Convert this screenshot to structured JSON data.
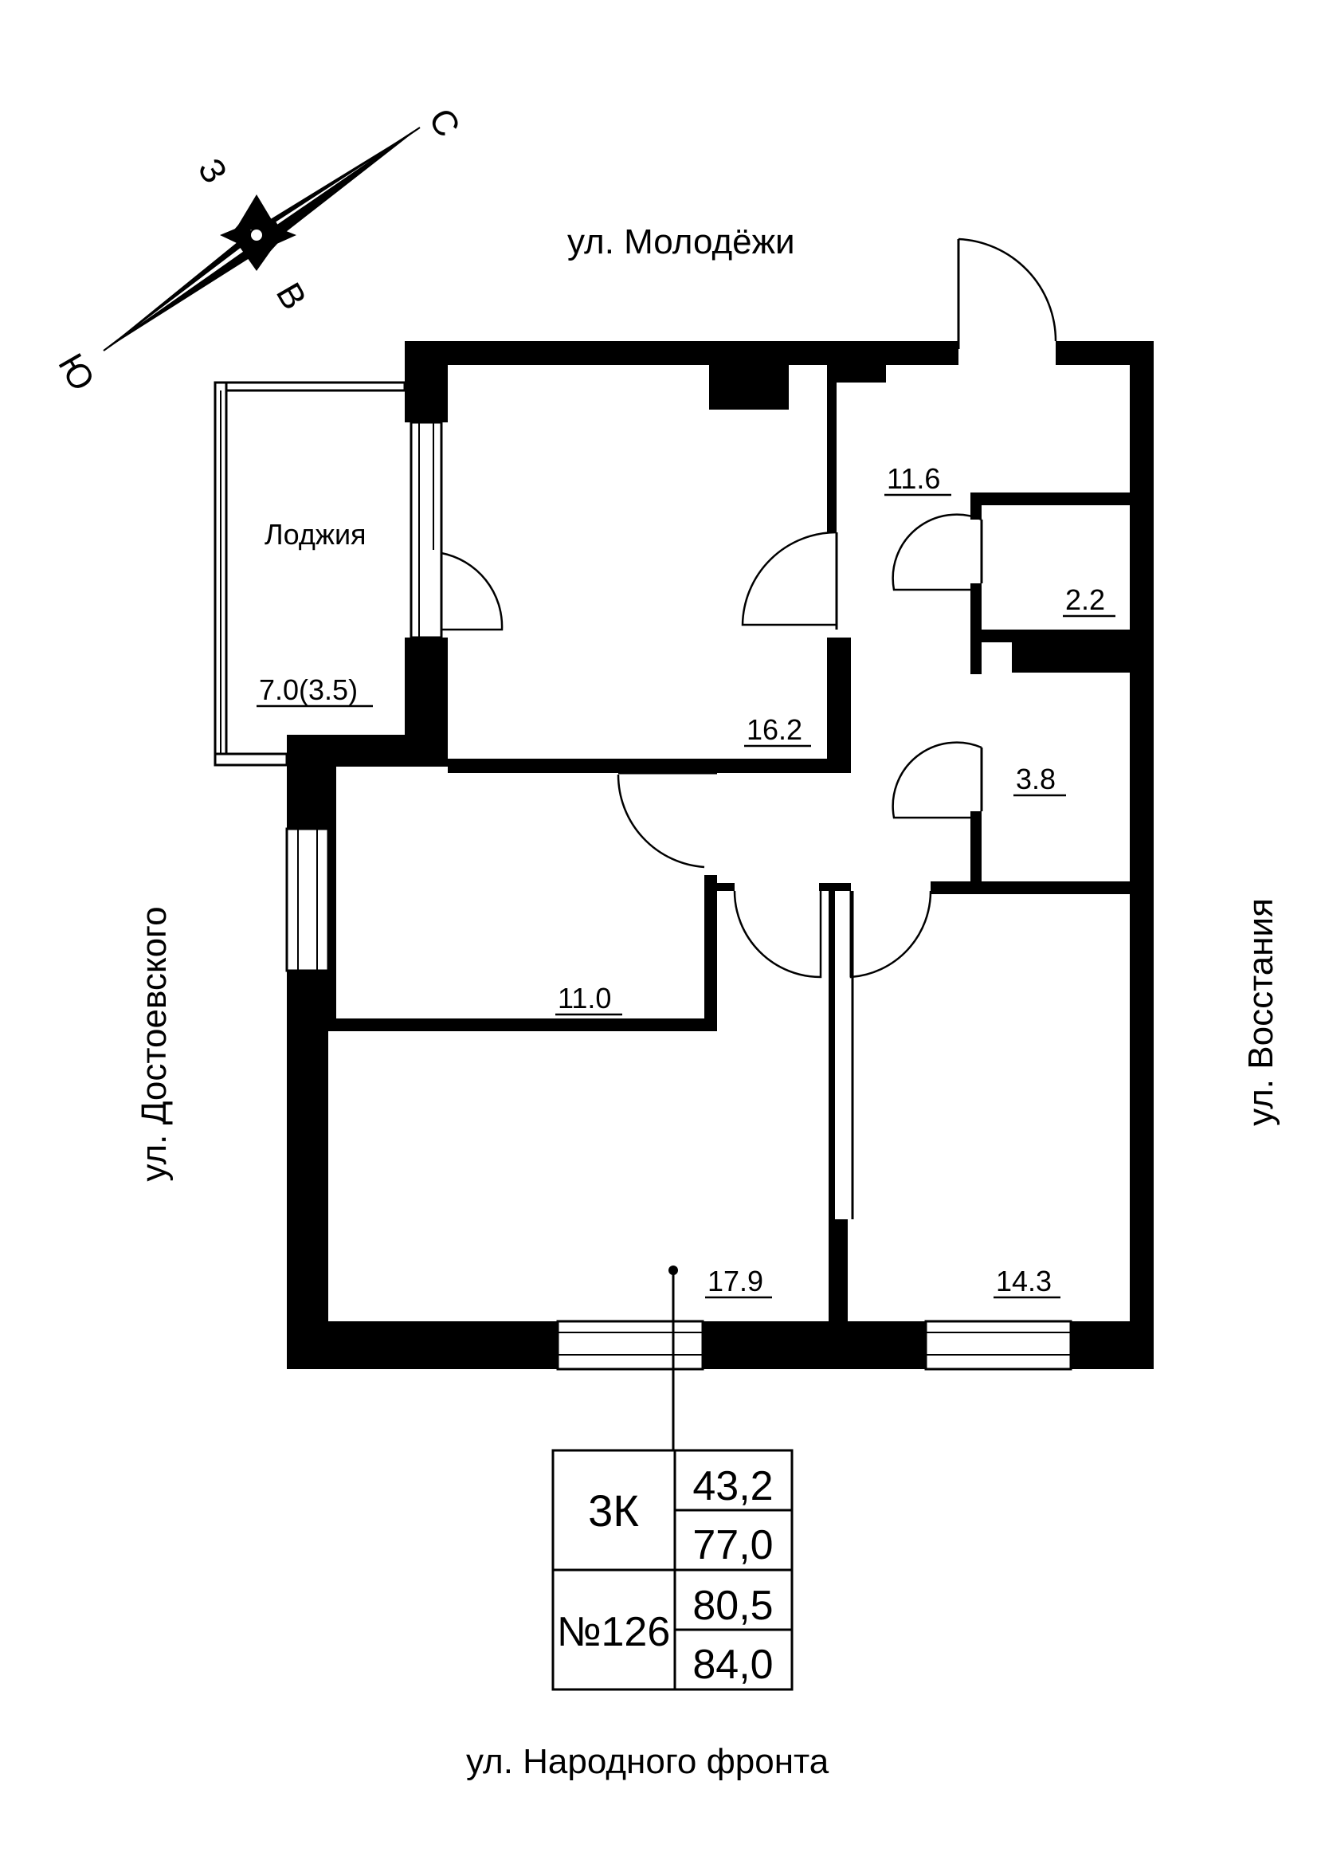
{
  "compass": {
    "north": "С",
    "south": "Ю",
    "east": "В",
    "west": "З"
  },
  "streets": {
    "top": "ул. Молодёжи",
    "bottom": "ул. Народного фронта",
    "left": "ул. Достоевского",
    "right": "ул. Восстания"
  },
  "rooms": {
    "loggia_label": "Лоджия",
    "loggia_area": "7.0(3.5)",
    "room_top": "16.2",
    "hall": "11.6",
    "closet": "2.2",
    "bath": "3.8",
    "room_mid": "11.0",
    "living": "17.9",
    "bedroom": "14.3"
  },
  "info_table": {
    "type": "3К",
    "number": "№126",
    "values": [
      "43,2",
      "77,0",
      "80,5",
      "84,0"
    ]
  }
}
